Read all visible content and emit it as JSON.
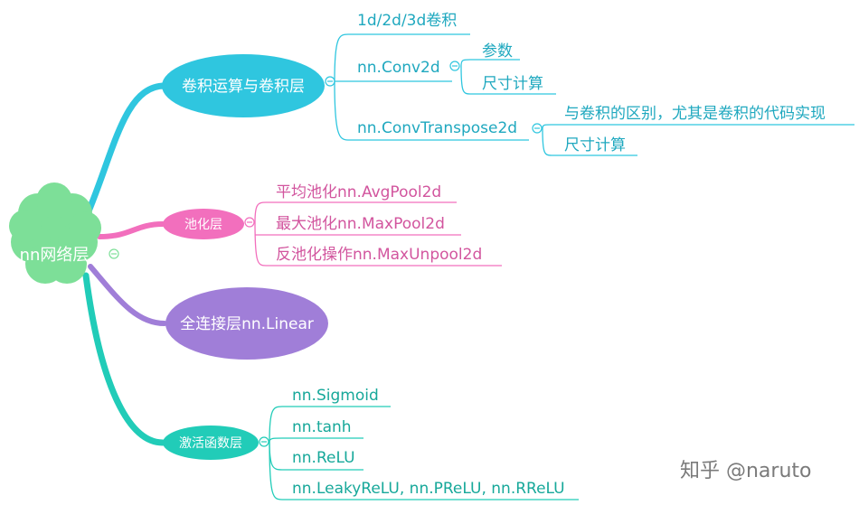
{
  "root": {
    "label": "nn网络层"
  },
  "branches": {
    "conv": {
      "label": "卷积运算与卷积层",
      "children": {
        "c1": "1d/2d/3d卷积",
        "c2": {
          "label": "nn.Conv2d",
          "children": [
            "参数",
            "尺寸计算"
          ]
        },
        "c3": {
          "label": "nn.ConvTranspose2d",
          "children": [
            "与卷积的区别，尤其是卷积的代码实现",
            "尺寸计算"
          ]
        }
      }
    },
    "pool": {
      "label": "池化层",
      "children": [
        "平均池化nn.AvgPool2d",
        "最大池化nn.MaxPool2d",
        "反池化操作nn.MaxUnpool2d"
      ]
    },
    "linear": {
      "label": "全连接层nn.Linear"
    },
    "act": {
      "label": "激活函数层",
      "children": [
        "nn.Sigmoid",
        "nn.tanh",
        "nn.ReLU",
        "nn.LeakyReLU, nn.PReLU, nn.RReLU"
      ]
    }
  },
  "watermark": "知乎 @naruto",
  "colors": {
    "root": "#7ddf98",
    "conv": "#2fc6df",
    "pool": "#f26fbd",
    "linear": "#a07ed8",
    "act": "#21ccb8",
    "teal_text": "#1fa8bf",
    "pink_text": "#d2559e",
    "green_text": "#17a89a"
  },
  "icons": {
    "collapse": "minus-circle-icon"
  }
}
